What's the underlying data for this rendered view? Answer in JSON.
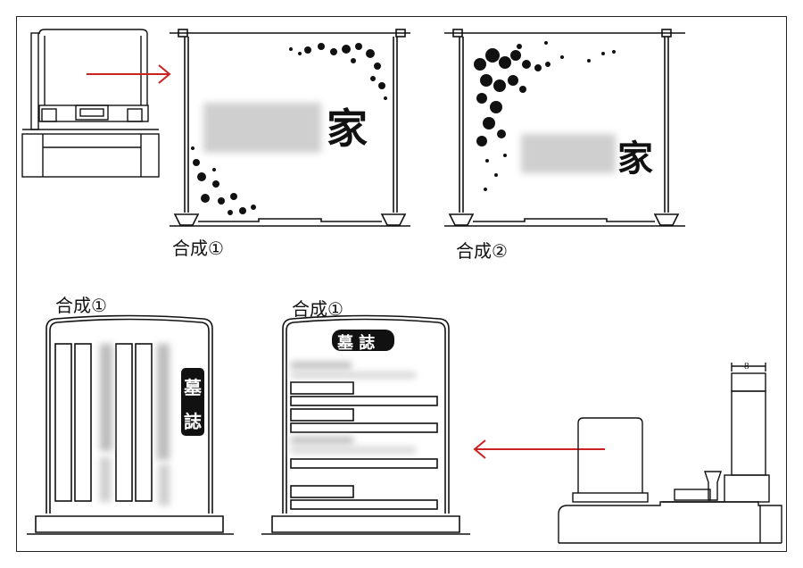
{
  "labels": {
    "top_left_caption": "合成①",
    "top_right_caption": "合成②",
    "bottom_left_caption": "合成①",
    "bottom_mid_caption": "合成①"
  },
  "plates": {
    "family_char": "家",
    "epitaph_char_1": "墓",
    "epitaph_char_2": "誌",
    "epitaph_title": "墓 誌"
  },
  "dimension": {
    "width_label": "8"
  },
  "colors": {
    "arrow": "#cc2222",
    "line": "#111111"
  }
}
